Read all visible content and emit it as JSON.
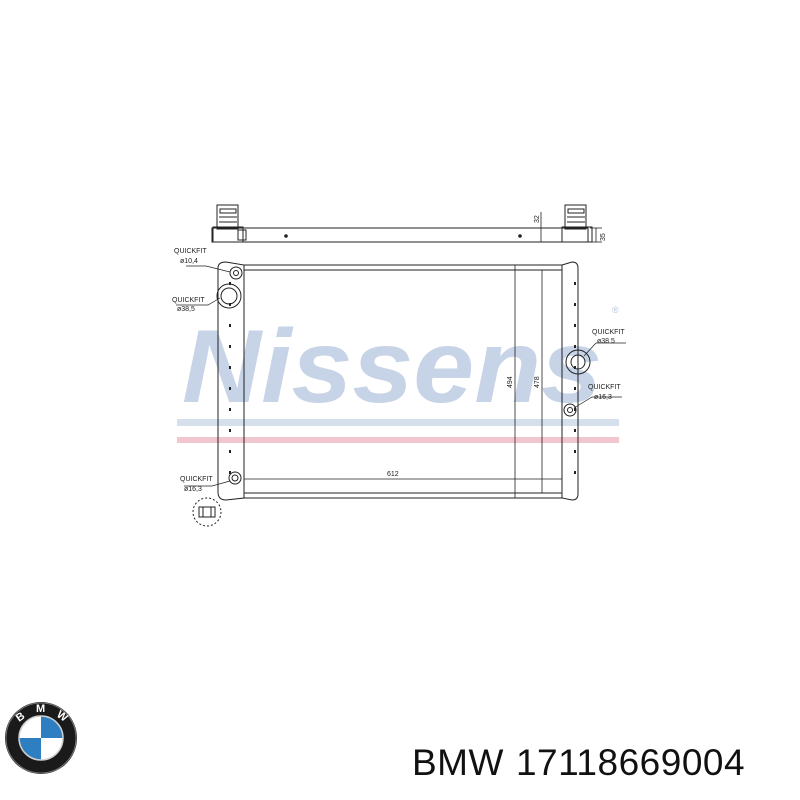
{
  "watermark": {
    "text": "Nissens",
    "mark": "®",
    "color": "#c7d3e6",
    "stripe_color": "#f2c6cf"
  },
  "labels": {
    "qf_top_left": [
      "QUICKFIT",
      "ø10,4"
    ],
    "qf_mid_left": [
      "QUICKFIT",
      "ø38,5"
    ],
    "qf_bot_left": [
      "QUICKFIT",
      "ø16,3"
    ],
    "qf_mid_right": [
      "QUICKFIT",
      "ø38 5"
    ],
    "qf_low_right": [
      "QUICKFIT",
      "ø16,3"
    ]
  },
  "dimensions": {
    "width": "612",
    "height_outer": "494",
    "height_inner": "478",
    "top_bar": "32",
    "top_right": "35"
  },
  "caption": {
    "brand": "BMW",
    "part_number": "17118669004"
  },
  "logo": {
    "icon": "bmw-roundel-icon",
    "letters": [
      "B",
      "M",
      "W"
    ],
    "blue": "#2e7fc1"
  }
}
